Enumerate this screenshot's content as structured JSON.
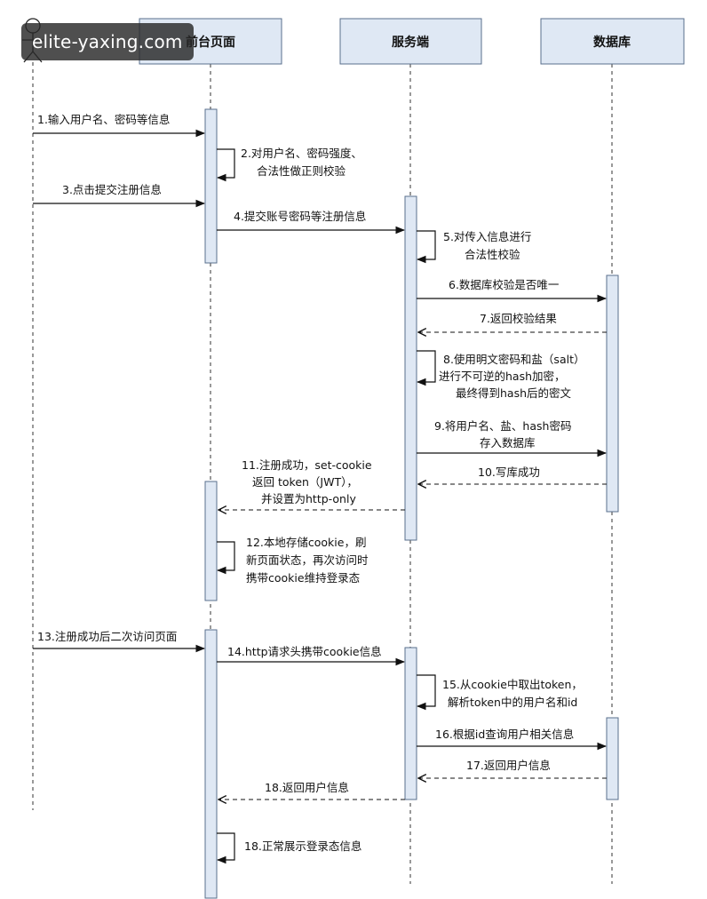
{
  "watermark": "elite-yaxing.com",
  "participants": {
    "frontend": "前台页面",
    "server": "服务端",
    "database": "数据库"
  },
  "messages": [
    {
      "id": "m1",
      "lines": [
        "1.输入用户名、密码等信息"
      ]
    },
    {
      "id": "m2",
      "lines": [
        "2.对用户名、密码强度、",
        "合法性做正则校验"
      ]
    },
    {
      "id": "m3",
      "lines": [
        "3.点击提交注册信息"
      ]
    },
    {
      "id": "m4",
      "lines": [
        "4.提交账号密码等注册信息"
      ]
    },
    {
      "id": "m5",
      "lines": [
        "5.对传入信息进行",
        "合法性校验"
      ]
    },
    {
      "id": "m6",
      "lines": [
        "6.数据库校验是否唯一"
      ]
    },
    {
      "id": "m7",
      "lines": [
        "7.返回校验结果"
      ]
    },
    {
      "id": "m8",
      "lines": [
        "8.使用明文密码和盐（salt）",
        "进行不可逆的hash加密，",
        "最终得到hash后的密文"
      ]
    },
    {
      "id": "m9",
      "lines": [
        "9.将用户名、盐、hash密码",
        "存入数据库"
      ]
    },
    {
      "id": "m10",
      "lines": [
        "10.写库成功"
      ]
    },
    {
      "id": "m11",
      "lines": [
        "11.注册成功，set-cookie",
        "返回 token（JWT），",
        "并设置为http-only"
      ]
    },
    {
      "id": "m12",
      "lines": [
        "12.本地存储cookie，刷",
        "新页面状态，再次访问时",
        "携带cookie维持登录态"
      ]
    },
    {
      "id": "m13",
      "lines": [
        "13.注册成功后二次访问页面"
      ]
    },
    {
      "id": "m14",
      "lines": [
        "14.http请求头携带cookie信息"
      ]
    },
    {
      "id": "m15",
      "lines": [
        "15.从cookie中取出token，",
        "解析token中的用户名和id"
      ]
    },
    {
      "id": "m16",
      "lines": [
        "16.根据id查询用户相关信息"
      ]
    },
    {
      "id": "m17",
      "lines": [
        "17.返回用户信息"
      ]
    },
    {
      "id": "m18",
      "lines": [
        "18.返回用户信息"
      ]
    },
    {
      "id": "m19",
      "lines": [
        "18.正常展示登录态信息"
      ]
    }
  ]
}
